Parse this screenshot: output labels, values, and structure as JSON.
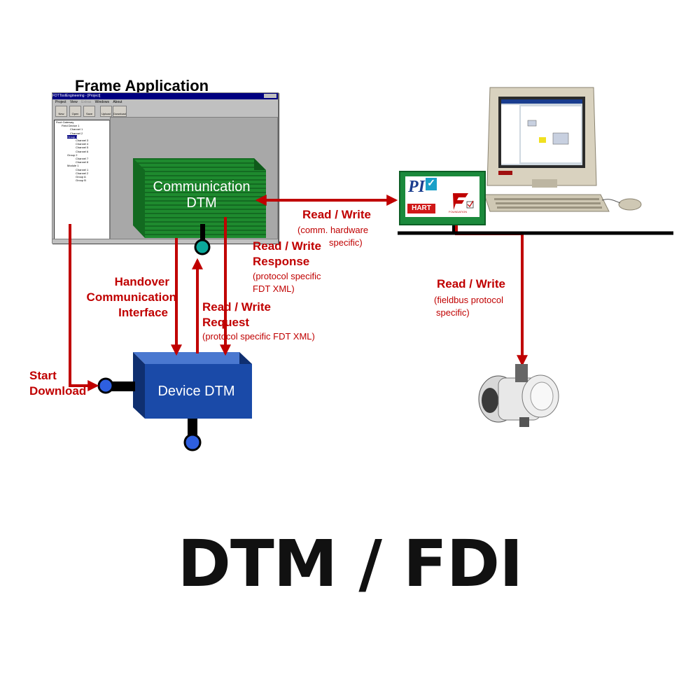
{
  "frame_application": {
    "title": "Frame Application",
    "window": {
      "titlebar": "FDTToolEngineering - [Project]",
      "menu": [
        "Project",
        "View",
        "Extras",
        "Windows",
        "About"
      ],
      "toolbar": [
        "New",
        "Open",
        "Save",
        "Upload",
        "Download"
      ],
      "tree": [
        "Root Gateway",
        "Field Device 1",
        "Channel 1",
        "Channel 2",
        "Group 1",
        "Channel 3",
        "Channel 4",
        "Channel 5",
        "Channel 6",
        "Group 2",
        "Channel 7",
        "Channel 8",
        "Module 1",
        "Channel 1",
        "Channel 2",
        "Group A",
        "Group B"
      ]
    }
  },
  "communication_dtm": {
    "label_line1": "Communication",
    "label_line2": "DTM"
  },
  "device_dtm": {
    "label": "Device DTM"
  },
  "labels": {
    "handover_line1": "Handover",
    "handover_line2": "Communication",
    "handover_line3": "Interface",
    "start_line1": "Start",
    "start_line2": "Download",
    "rw_response_title_line1": "Read / Write",
    "rw_response_title_line2": "Response",
    "rw_response_sub_line1": "(protocol specific",
    "rw_response_sub_line2": "FDT XML)",
    "rw_request_title_line1": "Read / Write",
    "rw_request_title_line2": "Request",
    "rw_request_sub": "(protocol specific FDT XML)",
    "rw_hw_title": "Read / Write",
    "rw_hw_sub_line1": "(comm. hardware",
    "rw_hw_sub_line2": "specific)",
    "rw_fieldbus_title": "Read / Write",
    "rw_fieldbus_sub_line1": "(fieldbus protocol",
    "rw_fieldbus_sub_line2": "specific)"
  },
  "logos": {
    "pi": "PI",
    "hart": "HART",
    "foundation": "FOUNDATION"
  },
  "footer": {
    "title": "DTM / FDI"
  },
  "colors": {
    "arrow": "#c00000",
    "comm_dtm": "#1e8a2e",
    "device_dtm": "#1a4aa8"
  }
}
